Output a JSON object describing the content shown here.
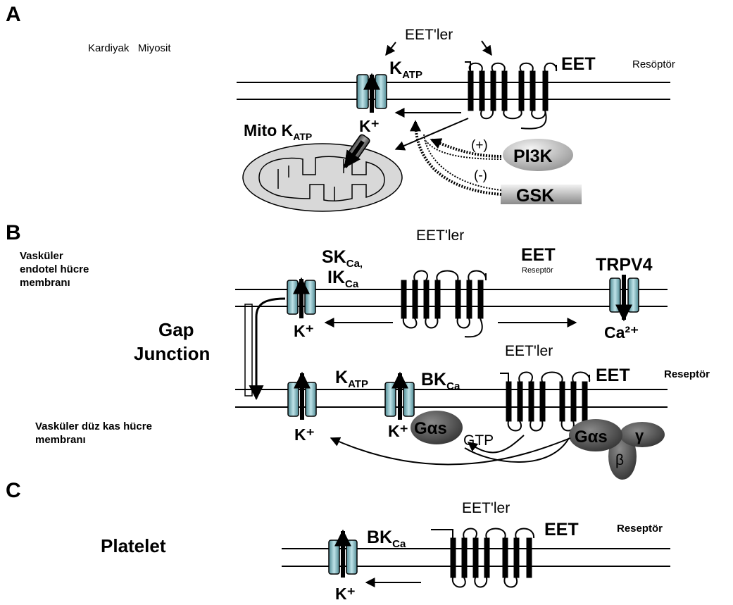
{
  "panels": {
    "a": {
      "letter": "A",
      "cell": "Kardiyak   Miyosit",
      "ligand": "EET'ler",
      "katp": "K",
      "katp_sub": "ATP",
      "eet": "EET",
      "receptor": "Resöptör",
      "k_plus": "K⁺",
      "mito_katp": "Mito K",
      "mito_sub": "ATP",
      "plus": "(+)",
      "minus": "(-)",
      "pi3k": "PI3K",
      "gsk": "GSK"
    },
    "b": {
      "letter": "B",
      "endo_line1": "Vasküler",
      "endo_line2": "endotel hücre",
      "endo_line3": "membranı",
      "ligand_top": "EET'ler",
      "skca": "SK",
      "skca_sub": "Ca,",
      "ikca": "IK",
      "ikca_sub": "Ca",
      "eet_top": "EET",
      "receptor_top": "Reseptör",
      "trpv4": "TRPV4",
      "k_plus_top": "K⁺",
      "ca2": "Ca²⁺",
      "gap_line1": "Gap",
      "gap_line2": "Junction",
      "ligand_bottom": "EET'ler",
      "katp": "K",
      "katp_sub": "ATP",
      "bkca": "BK",
      "bkca_sub": "Ca",
      "eet_bottom": "EET",
      "receptor_bottom": "Reseptör",
      "smooth_line1": "Vasküler düz kas hücre",
      "smooth_line2": "membranı",
      "k_plus_1": "K⁺",
      "k_plus_2": "K⁺",
      "gas_1": "Gαs",
      "gtp": "GTP",
      "gas_2": "Gαs",
      "gamma": "γ",
      "beta": "β"
    },
    "c": {
      "letter": "C",
      "cell": "Platelet",
      "ligand": "EET'ler",
      "bkca": "BK",
      "bkca_sub": "Ca",
      "eet": "EET",
      "receptor": "Reseptör",
      "k_plus": "K⁺"
    }
  }
}
